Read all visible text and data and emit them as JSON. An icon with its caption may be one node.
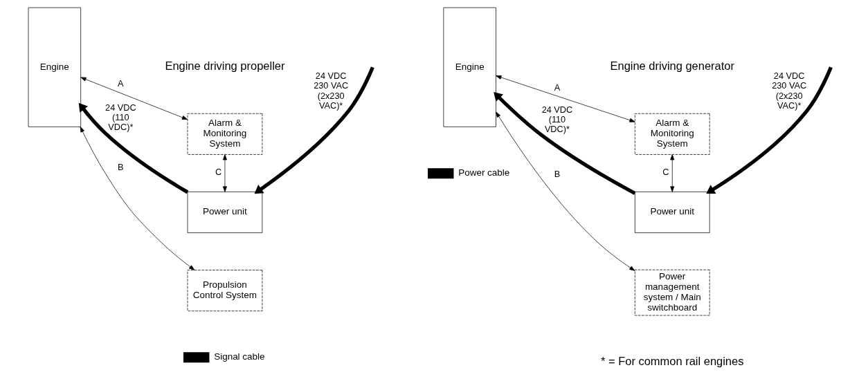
{
  "diagram": {
    "nodes": [
      {
        "text": [
          "Engine"
        ]
      },
      {
        "text": [
          "Alarm & Monitoring System"
        ]
      },
      {
        "text": [
          "Power unit"
        ]
      },
      {
        "text": [
          "Propulsion Control System"
        ]
      },
      {
        "text": [
          "Engine"
        ]
      },
      {
        "text": [
          "Alarm & Monitoring System"
        ]
      },
      {
        "text": [
          "Power unit"
        ]
      },
      {
        "text": [
          "Power management system / Main switchboard"
        ]
      }
    ],
    "edges": [
      {
        "from": 0,
        "to": 1,
        "arrow": "both",
        "label": "A"
      },
      {
        "from": 2,
        "to": 1,
        "arrow": "both",
        "label": "C"
      },
      {
        "from": 2,
        "to": 0,
        "arrow": "to",
        "label": "24 VDC (110 VDC)*",
        "style": "thick"
      },
      {
        "from": null,
        "to": 2,
        "arrow": "to",
        "label": "24 VDC 230 VAC (2x230 VAC)*",
        "style": "thick"
      },
      {
        "from": 0,
        "to": 3,
        "arrow": "both",
        "label": "B"
      },
      {
        "from": 4,
        "to": 5,
        "arrow": "both",
        "label": "A"
      },
      {
        "from": 6,
        "to": 5,
        "arrow": "both",
        "label": "C"
      },
      {
        "from": 6,
        "to": 4,
        "arrow": "to",
        "label": "24 VDC (110 VDC)*",
        "style": "thick"
      },
      {
        "from": null,
        "to": 6,
        "arrow": "to",
        "label": "24 VDC 230 VAC (2x230 VAC)*",
        "style": "thick"
      },
      {
        "from": 4,
        "to": 7,
        "arrow": "both",
        "label": "B"
      }
    ],
    "labels": [
      "Engine driving propeller",
      "Engine driving generator",
      "* = For common rail engines"
    ],
    "legend": [
      {
        "text": "Signal cable"
      },
      {
        "text": "Power cable"
      }
    ]
  }
}
